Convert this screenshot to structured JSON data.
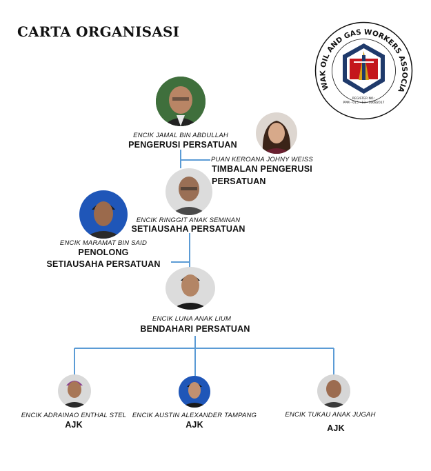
{
  "title": "CARTA ORGANISASI",
  "logo": {
    "arc_text": "SARAWAK OIL AND GAS WORKERS ASSOCIATION",
    "register_label": "REGISTER NO.:",
    "register_no": "PPM - 015 - 13 - 30082017"
  },
  "colors": {
    "connector": "#5b9bd5",
    "logo_navy": "#1f3a6b",
    "logo_red": "#c4161c",
    "logo_gold": "#d4a017"
  },
  "members": {
    "pengerusi": {
      "name": "ENCIK JAMAL BIN ABDULLAH",
      "role": "PENGERUSI PERSATUAN"
    },
    "timbalan": {
      "name": "PUAN KEROANA JOHNY WEISS",
      "role_line1": "TIMBALAN PENGERUSI",
      "role_line2": "PERSATUAN"
    },
    "setiausaha": {
      "name": "ENCIK RINGGIT ANAK SEMINAN",
      "role": "SETIAUSAHA PERSATUAN"
    },
    "penolong": {
      "name": "ENCIK MARAMAT BIN SAID",
      "role_line1": "PENOLONG",
      "role_line2": "SETIAUSAHA PERSATUAN"
    },
    "bendahari": {
      "name": "ENCIK LUNA ANAK LIUM",
      "role": "BENDAHARI PERSATUAN"
    },
    "ajk": [
      {
        "name": "ENCIK ADRAINAO ENTHAL STEL",
        "role": "AJK"
      },
      {
        "name": "ENCIK AUSTIN ALEXANDER TAMPANG",
        "role": "AJK"
      },
      {
        "name": "ENCIK TUKAU ANAK JUGAH",
        "role": "AJK"
      }
    ]
  }
}
